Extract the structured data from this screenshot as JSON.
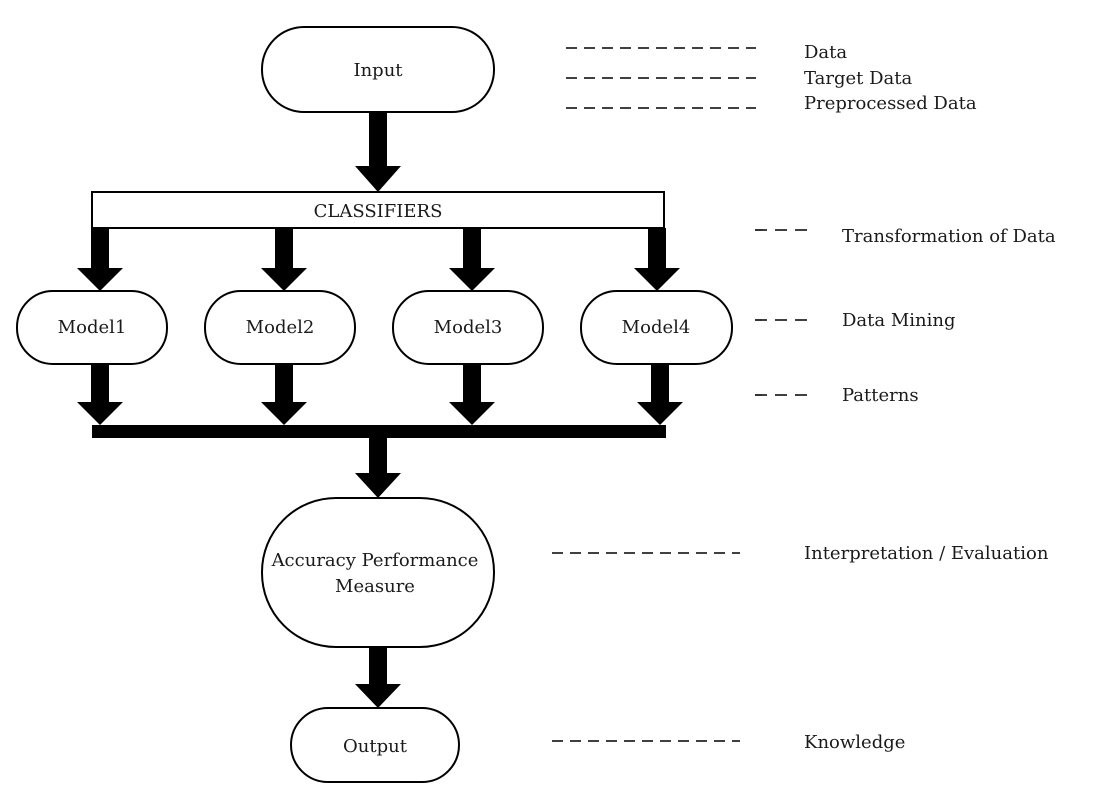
{
  "flowchart": {
    "input": "Input",
    "classifiers": "CLASSIFIERS",
    "models": [
      "Model1",
      "Model2",
      "Model3",
      "Model4"
    ],
    "measure_line1": "Accuracy Performance",
    "measure_line2": "Measure",
    "output": "Output"
  },
  "legend": {
    "data": "Data",
    "target_data": "Target Data",
    "preprocessed_data": "Preprocessed Data",
    "transformation": "Transformation of Data",
    "data_mining": "Data Mining",
    "patterns": "Patterns",
    "interpretation": "Interpretation / Evaluation",
    "knowledge": "Knowledge"
  }
}
